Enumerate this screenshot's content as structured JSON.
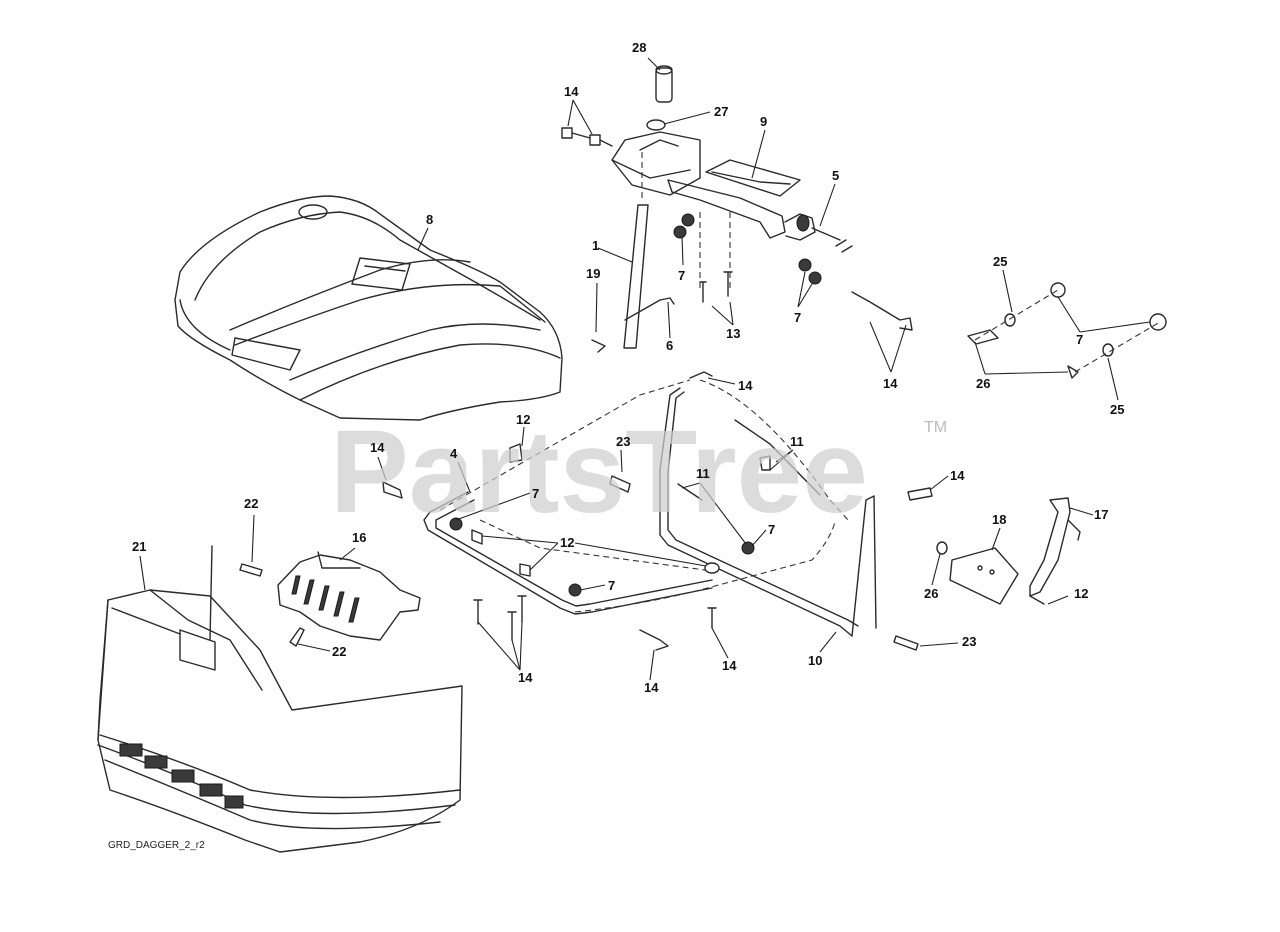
{
  "watermark": {
    "brand": "PartsTree",
    "trademark": "TM"
  },
  "drawing_code": "GRD_DAGGER_2_r2",
  "callouts": {
    "c28": "28",
    "c27": "27",
    "c9": "9",
    "c14_top": "14",
    "c5": "5",
    "c8": "8",
    "c1": "1",
    "c19": "19",
    "c7_a": "7",
    "c6": "6",
    "c13": "13",
    "c7_b": "7",
    "c14_b": "14",
    "c25_top": "25",
    "c7_right": "7",
    "c26_right": "26",
    "c25_bottom": "25",
    "c14_c": "14",
    "c12_top": "12",
    "c23_top": "23",
    "c11_mid": "11",
    "c11_right": "11",
    "c14_left": "14",
    "c4": "4",
    "c7_c": "7",
    "c14_d": "14",
    "c22_top": "22",
    "c16": "16",
    "c21": "21",
    "c12_mid": "12",
    "c7_d": "7",
    "c7_e": "7",
    "c18": "18",
    "c17": "17",
    "c26_b": "26",
    "c12_right": "12",
    "c22_bottom": "22",
    "c14_e": "14",
    "c14_f": "14",
    "c14_g": "14",
    "c10": "10",
    "c23_bottom": "23"
  }
}
